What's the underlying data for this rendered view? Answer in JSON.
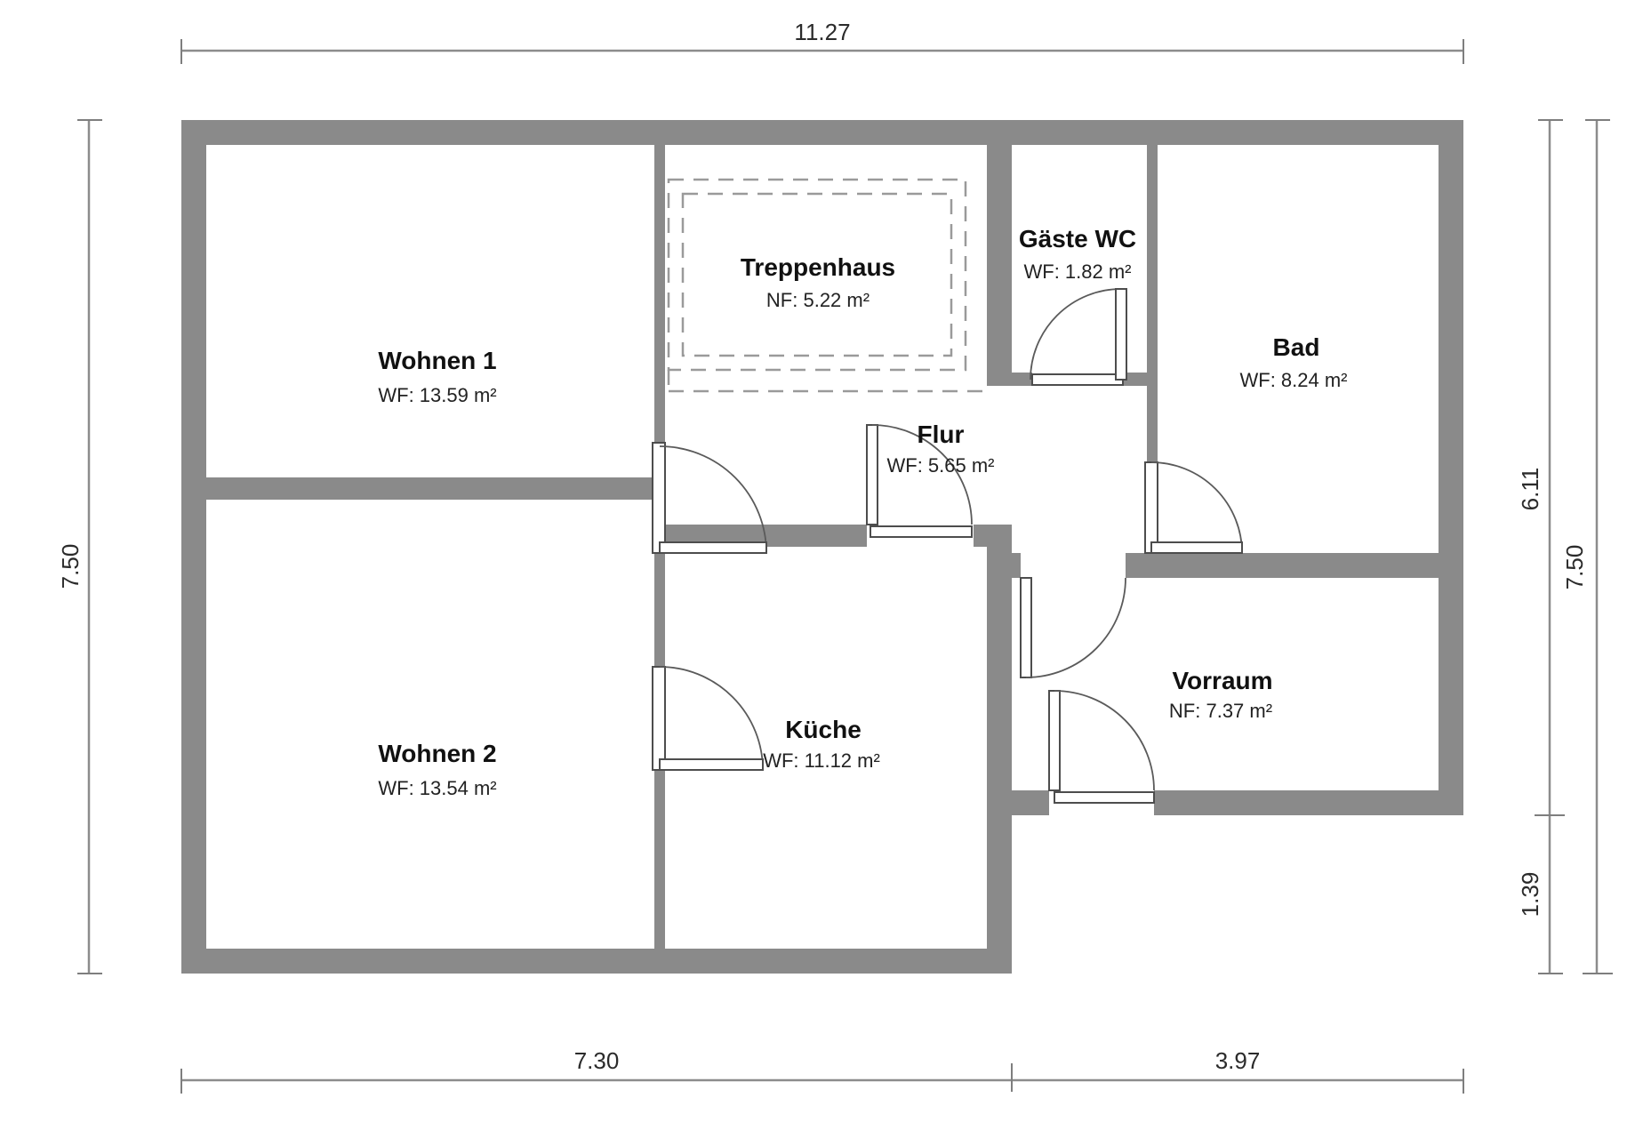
{
  "rooms": [
    {
      "id": "wohnen-1",
      "name": "Wohnen 1",
      "area": "WF: 13.59 m²"
    },
    {
      "id": "wohnen-2",
      "name": "Wohnen 2",
      "area": "WF: 13.54 m²"
    },
    {
      "id": "treppenhaus",
      "name": "Treppenhaus",
      "area": "NF: 5.22 m²"
    },
    {
      "id": "flur",
      "name": "Flur",
      "area": "WF: 5.65 m²"
    },
    {
      "id": "gaeste-wc",
      "name": "Gäste WC",
      "area": "WF: 1.82 m²"
    },
    {
      "id": "bad",
      "name": "Bad",
      "area": "WF: 8.24 m²"
    },
    {
      "id": "kueche",
      "name": "Küche",
      "area": "WF: 11.12 m²"
    },
    {
      "id": "vorraum",
      "name": "Vorraum",
      "area": "NF: 7.37 m²"
    }
  ],
  "dimensions": {
    "top_width": "11.27",
    "left_height": "7.50",
    "right_upper": "6.11",
    "right_lower": "1.39",
    "right_total": "7.50",
    "bottom_left": "7.30",
    "bottom_right": "3.97"
  },
  "colors": {
    "wall": "#8a8a8a",
    "door": "#4d4d4d",
    "dashed_outline": "#9a9a9a",
    "dimension": "#8c8c8c",
    "text": "#111111",
    "background": "#ffffff"
  }
}
